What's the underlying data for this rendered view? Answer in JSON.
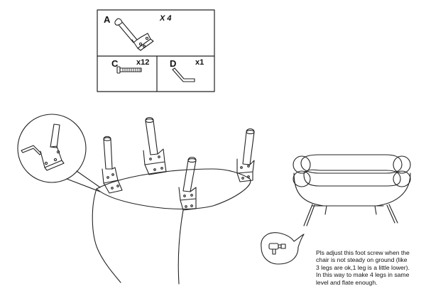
{
  "parts_box": {
    "part_a": {
      "letter": "A",
      "quantity": "X 4",
      "icon": "leg-with-bracket-icon"
    },
    "part_c": {
      "letter": "C",
      "quantity": "x12",
      "icon": "bolt-icon"
    },
    "part_d": {
      "letter": "D",
      "quantity": "x1",
      "icon": "allen-key-icon"
    }
  },
  "illustrations": {
    "detail_circle": "leg-bracket-detail-icon",
    "chair_bottom": "upturned-chair-with-legs-icon",
    "sofa": "sofa-with-legs-icon",
    "foot_screw": "foot-screw-callout-icon"
  },
  "note": {
    "lines": [
      "Pls adjust this foot screw when the",
      "chair is not steady on ground (like",
      "3 legs are ok,1 leg is a little lower).",
      "In this way to make 4 legs in same",
      "level and flate enough."
    ]
  }
}
